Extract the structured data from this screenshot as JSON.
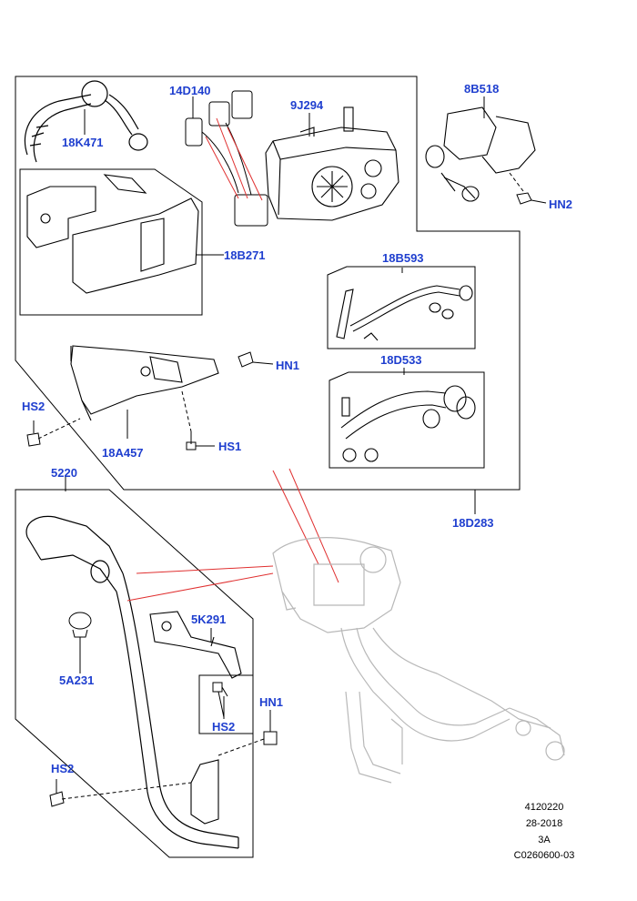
{
  "callouts": {
    "c18K471": "18K471",
    "c14D140": "14D140",
    "c9J294": "9J294",
    "c8B518": "8B518",
    "cHN2": "HN2",
    "c18B271": "18B271",
    "c18B593": "18B593",
    "cHN1_top": "HN1",
    "c18D533": "18D533",
    "cHS2_top": "HS2",
    "cHS1": "HS1",
    "c18A457": "18A457",
    "c5220": "5220",
    "c18D283": "18D283",
    "c5K291": "5K291",
    "c5A231": "5A231",
    "cHN1_bot": "HN1",
    "cHS2_mid": "HS2",
    "cHS2_bot": "HS2"
  },
  "reference": {
    "line1": "4120220",
    "line2": "28-2018",
    "line3": "3A",
    "line4": "C0260600-03"
  },
  "colors": {
    "callout": "#1f3fcf",
    "leader_red": "#e03030",
    "line": "#000000",
    "ghost": "#b8b8b8"
  }
}
